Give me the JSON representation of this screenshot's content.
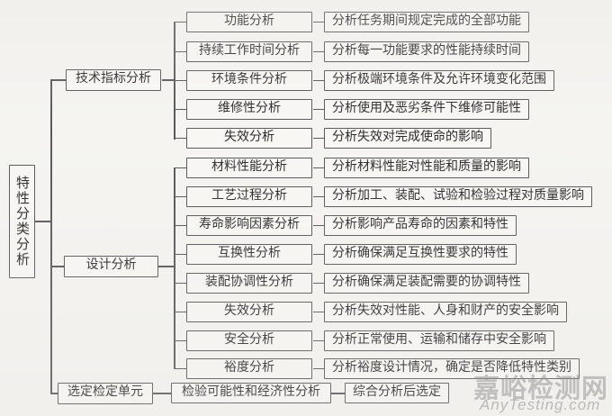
{
  "page": {
    "background_color": "#f5f4f1",
    "line_color": "#595959",
    "text_color": "#2b2b2b",
    "watermark_color": "#9a9a9a"
  },
  "root": {
    "label": "特性分类分析"
  },
  "branches": [
    {
      "label": "技术指标分析",
      "children": [
        {
          "label": "功能分析",
          "desc": "分析任务期间规定完成的全部功能"
        },
        {
          "label": "持续工作时间分析",
          "desc": "分析每一功能要求的性能持续时间"
        },
        {
          "label": "环境条件分析",
          "desc": "分析极端环境条件及允许环境变化范围"
        },
        {
          "label": "维修性分析",
          "desc": "分析使用及恶劣条件下维修可能性"
        },
        {
          "label": "失效分析",
          "desc": "分析失效对完成使命的影响"
        }
      ]
    },
    {
      "label": "设计分析",
      "children": [
        {
          "label": "材料性能分析",
          "desc": "分析材料性能对性能和质量的影响"
        },
        {
          "label": "工艺过程分析",
          "desc": "分析加工、装配、试验和检验过程对质量影响"
        },
        {
          "label": "寿命影响因素分析",
          "desc": "分析影响产品寿命的因素和特性"
        },
        {
          "label": "互换性分析",
          "desc": "分析确保满足互换性要求的特性"
        },
        {
          "label": "装配协调性分析",
          "desc": "分析确保满足装配需要的协调特性"
        },
        {
          "label": "失效分析",
          "desc": "分析失效对性能、人身和财产的安全影响"
        },
        {
          "label": "安全分析",
          "desc": "分析正常使用、运输和储存中安全影响"
        },
        {
          "label": "裕度分析",
          "desc": "分析裕度设计情况，确定是否降低特性类别"
        }
      ]
    },
    {
      "label": "选定检定单元",
      "children": [
        {
          "label": "检验可能性和经济性分析",
          "desc": "综合分析后选定"
        }
      ]
    }
  ],
  "watermark": {
    "cn": "嘉峪检测网",
    "en": "AnyTesting.com"
  }
}
